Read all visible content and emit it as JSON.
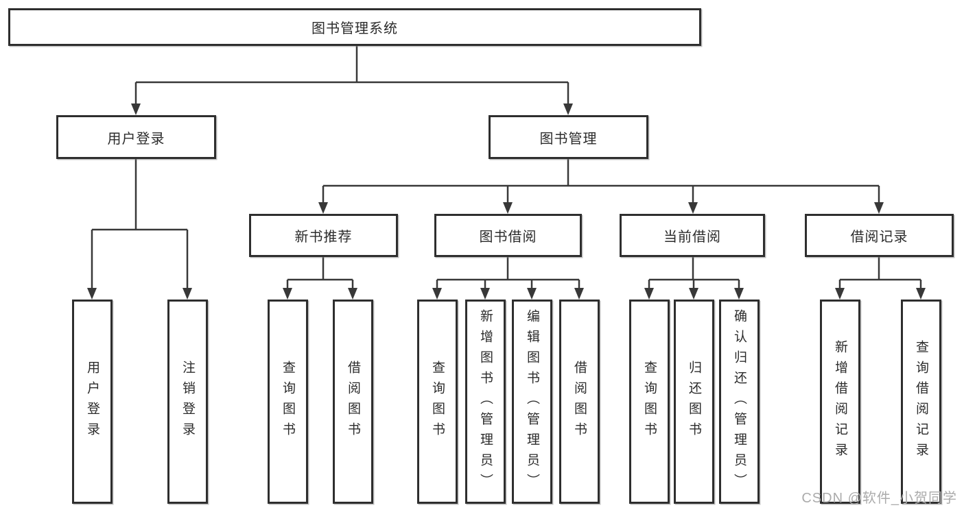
{
  "diagram": {
    "title": "图书管理系统",
    "type": "hierarchy-tree",
    "nodes": {
      "root": "图书管理系统",
      "user_login": "用户登录",
      "book_management": "图书管理",
      "new_book_recommend": "新书推荐",
      "book_borrow": "图书借阅",
      "current_borrow": "当前借阅",
      "borrow_record": "借阅记录"
    },
    "leaves": {
      "user_login": [
        "用户登录",
        "注销登录"
      ],
      "new_book_recommend": [
        "查询图书",
        "借阅图书"
      ],
      "book_borrow": [
        "查询图书",
        "新增图书（管理员）",
        "编辑图书（管理员）",
        "借阅图书"
      ],
      "current_borrow": [
        "查询图书",
        "归还图书",
        "确认归还（管理员）"
      ],
      "borrow_record": [
        "新增借阅记录",
        "查询借阅记录"
      ]
    },
    "colors": {
      "line": "#383838",
      "box_border": "#2e2e2e",
      "text": "#2b2b2b",
      "background": "#ffffff",
      "watermark": "#ababab"
    }
  },
  "watermark": {
    "text": "CSDN @软件_小贺同学"
  }
}
